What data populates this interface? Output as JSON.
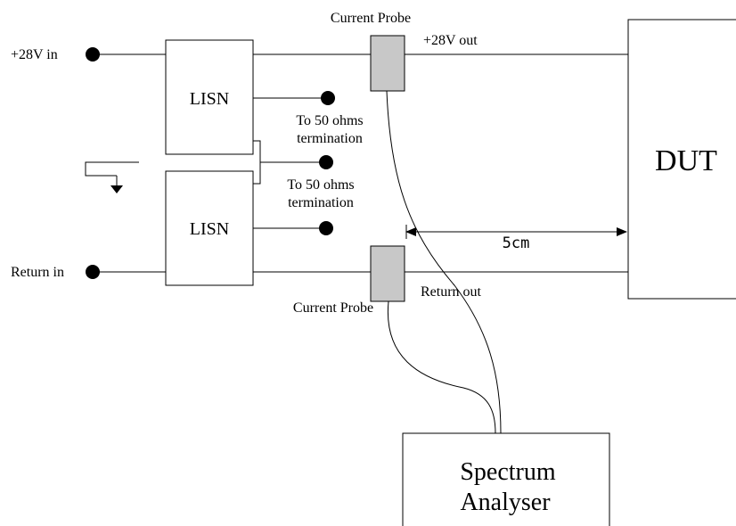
{
  "labels": {
    "v28_in": "+28V in",
    "return_in": "Return in",
    "lisn_top": "LISN",
    "lisn_bottom": "LISN",
    "termination_1_line1": "To 50 ohms",
    "termination_1_line2": "termination",
    "termination_2_line1": "To 50 ohms",
    "termination_2_line2": "termination",
    "probe_top": "Current Probe",
    "probe_bottom": "Current Probe",
    "v28_out": "+28V out",
    "return_out": "Return out",
    "distance": "5cm",
    "dut": "DUT",
    "analyser_line1": "Spectrum",
    "analyser_line2": "Analyser"
  },
  "colors": {
    "line": "#000000",
    "probe_fill": "#c8c8c8",
    "background": "#ffffff"
  }
}
